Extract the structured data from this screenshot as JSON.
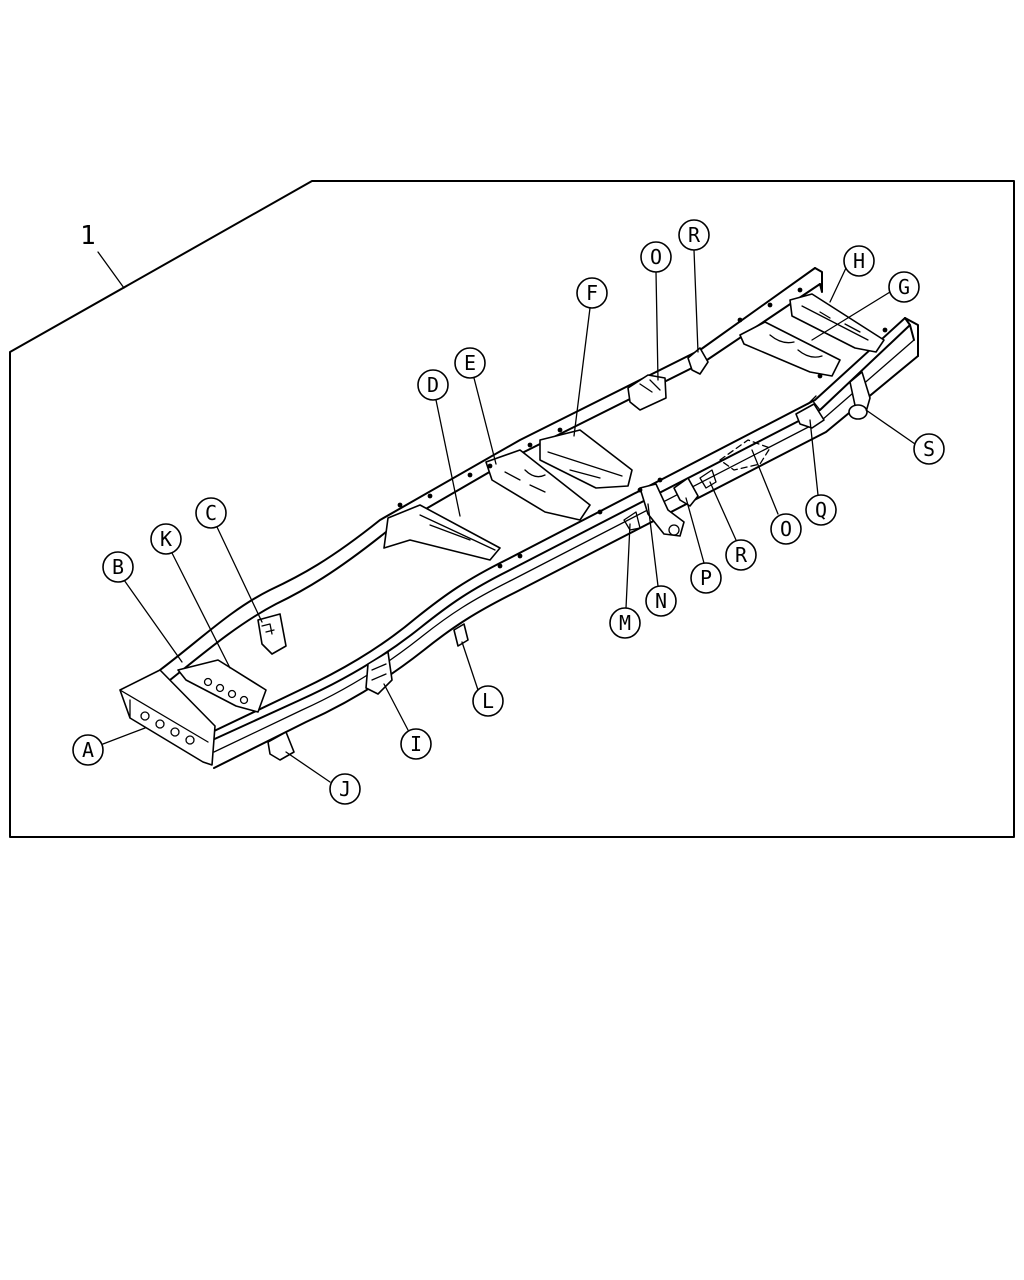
{
  "assembly": {
    "number": "1"
  },
  "callouts": [
    {
      "id": "A",
      "label": "A"
    },
    {
      "id": "B",
      "label": "B"
    },
    {
      "id": "C",
      "label": "C"
    },
    {
      "id": "D",
      "label": "D"
    },
    {
      "id": "E",
      "label": "E"
    },
    {
      "id": "F",
      "label": "F"
    },
    {
      "id": "G",
      "label": "G"
    },
    {
      "id": "H",
      "label": "H"
    },
    {
      "id": "I",
      "label": "I"
    },
    {
      "id": "J",
      "label": "J"
    },
    {
      "id": "K",
      "label": "K"
    },
    {
      "id": "L",
      "label": "L"
    },
    {
      "id": "M",
      "label": "M"
    },
    {
      "id": "N",
      "label": "N"
    },
    {
      "id": "O1",
      "label": "O"
    },
    {
      "id": "O2",
      "label": "O"
    },
    {
      "id": "P",
      "label": "P"
    },
    {
      "id": "Q",
      "label": "Q"
    },
    {
      "id": "R1",
      "label": "R"
    },
    {
      "id": "R2",
      "label": "R"
    },
    {
      "id": "S",
      "label": "S"
    }
  ]
}
